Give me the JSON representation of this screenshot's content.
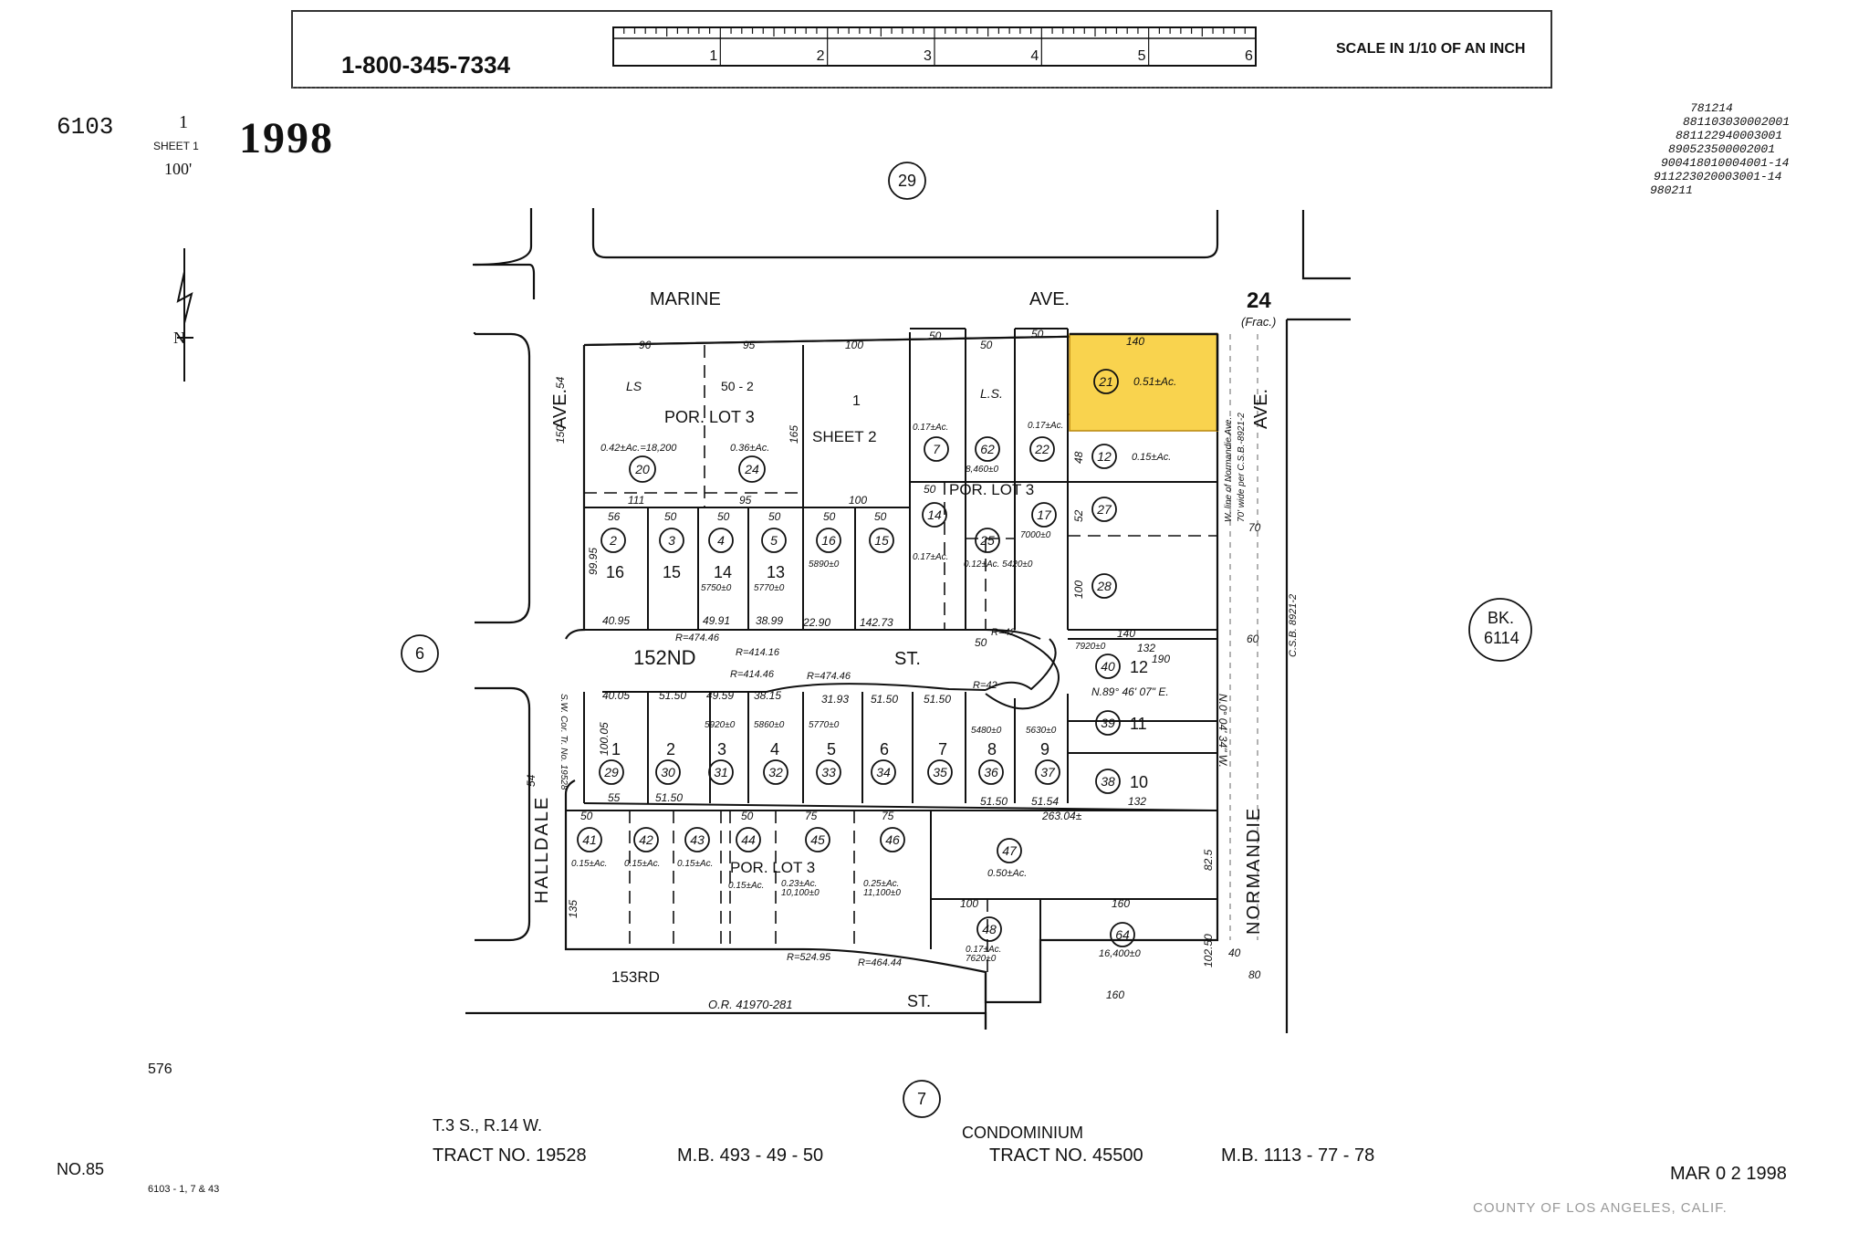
{
  "header": {
    "phone": "1-800-345-7334",
    "scale_caption": "SCALE IN 1/10 OF AN INCH",
    "scale_ticks": [
      "1",
      "2",
      "3",
      "4",
      "5",
      "6"
    ]
  },
  "book": {
    "number": "6103",
    "sheet_num": "1",
    "sheet_label": "SHEET 1",
    "scale": "100'",
    "year": "1998"
  },
  "revisions": [
    "781214",
    "881103030002001",
    "881122940003001",
    "890523500002001",
    "900418010004001-14",
    "911223020003001-14",
    "980211"
  ],
  "adjacent": {
    "top": "29",
    "left": "6",
    "bottom": "7",
    "bk_label": "BK.",
    "bk_number": "6114"
  },
  "highlight_color": "#f9d34e",
  "streets": {
    "marine": "MARINE",
    "ave": "AVE.",
    "ave_left": "AVE.",
    "ave_right": "AVE.",
    "halldale": "HALLDALE",
    "normandie": "NORMANDIE",
    "st152": "152ND",
    "st152_suffix": "ST.",
    "st153": "153RD",
    "st153_suffix": "ST.",
    "or_ref": "O.R. 41970-281",
    "csb_ref": "C.S.B. 8921-2",
    "frac": "(Frac.)",
    "frac_num": "24",
    "normandie_note1": "W. line of Normandie Ave.",
    "normandie_note2": "70' wide per C.S.B.-8921-2",
    "bearing_152": "N.89° 46' 07\" E.",
    "bearing_normandie": "N.0° 04' 34\" W.",
    "sw_cor_note": "S.W. Cor. Tr. No. 19528"
  },
  "lots": {
    "por_lot3_a": "POR. LOT 3",
    "sheet2": "SHEET 2",
    "sheet2_num": "1",
    "por_lot3_b": "POR. LOT 3",
    "por_lot3_c": "POR. LOT 3",
    "ls_a": "LS",
    "ls_b": "L.S.",
    "fifty_two": "50 - 2",
    "upper_lots": [
      "16",
      "15",
      "14",
      "13"
    ],
    "lower_lots": [
      "1",
      "2",
      "3",
      "4",
      "5",
      "6",
      "7",
      "8",
      "9"
    ],
    "right_lots": [
      "12",
      "11",
      "10"
    ]
  },
  "parcels": {
    "p20": "20",
    "p24": "24",
    "p7": "7",
    "p62": "62",
    "p22": "22",
    "p21": "21",
    "p12": "12",
    "p14": "14",
    "p25": "25",
    "p17": "17",
    "p27": "27",
    "p28": "28",
    "p2": "2",
    "p3": "3",
    "p4": "4",
    "p5": "5",
    "p16": "16",
    "p15": "15",
    "p40": "40",
    "p39": "39",
    "p38": "38",
    "p29": "29",
    "p30": "30",
    "p31": "31",
    "p32": "32",
    "p33": "33",
    "p34": "34",
    "p35": "35",
    "p36": "36",
    "p37": "37",
    "p41": "41",
    "p42": "42",
    "p43": "43",
    "p44": "44",
    "p45": "45",
    "p46": "46",
    "p47": "47",
    "p48": "48",
    "p64": "64"
  },
  "areas": {
    "a20": "0.42±Ac.=18,200",
    "a24": "0.36±Ac.",
    "a7": "0.17±Ac.",
    "a62": "8,460±0",
    "a22": "0.17±Ac.",
    "a21": "0.51±Ac.",
    "a12": "0.15±Ac.",
    "a14": "0.17±Ac.",
    "a25": "0.12±Ac. 5420±0",
    "a17": "7000±0",
    "a4": "5750±0",
    "a5": "5770±0",
    "a16": "5890±0",
    "a40": "7920±0",
    "a31": "5920±0",
    "a32": "5860±0",
    "a33": "5770±0",
    "a36": "5480±0",
    "a37": "5630±0",
    "a41": "0.15±Ac.",
    "a42": "0.15±Ac.",
    "a43": "0.15±Ac.",
    "a44": "0.15±Ac.",
    "a45": "0.23±Ac. 10,100±0",
    "a46": "0.25±Ac. 11,100±0",
    "a47": "0.50±Ac.",
    "a48": "0.17±Ac. 7620±0",
    "a64": "16,400±0"
  },
  "dims": {
    "d96": "96",
    "d95": "95",
    "d100": "100",
    "d50a": "50",
    "d50b": "50",
    "d50c": "50",
    "d140": "140",
    "d111": "111",
    "d95b": "95",
    "d100b": "100",
    "d56": "56",
    "d50d": "50",
    "d50e": "50",
    "d50f": "50",
    "d50g": "50",
    "d50h": "50",
    "d50i": "50",
    "d40_95": "40.95",
    "d49_91": "49.91",
    "d38_99": "38.99",
    "d22_90": "22.90",
    "d142_73": "142.73",
    "d50j": "50",
    "d140b": "140",
    "d132": "132",
    "d190": "190",
    "r47446": "R=474.46",
    "r41416": "R=414.16",
    "r41446": "R=414.46",
    "r47446b": "R=474.46",
    "r42": "R=42",
    "r42b": "R=42",
    "d40_05": "40.05",
    "d51_50a": "51.50",
    "d49_59": "49.59",
    "d38_15": "38.15",
    "d31_93": "31.93",
    "d51_50b": "51.50",
    "d51_50c": "51.50",
    "d55": "55",
    "d51_50d": "51.50",
    "d51_50e": "51.50",
    "d51_54": "51.54",
    "d132b": "132",
    "d263": "263.04±",
    "d50k": "50",
    "d50l": "50",
    "d75a": "75",
    "d75b": "75",
    "d100c": "100",
    "d160": "160",
    "d160b": "160",
    "r52495": "R=524.95",
    "r46444": "R=464.44",
    "d150": "150",
    "d165": "165",
    "d99_95": "99.95",
    "d100_05": "100.05",
    "d135": "135",
    "d54": "54",
    "d54b": "54",
    "d48": "48",
    "d52": "52",
    "d100d": "100",
    "d82_5": "82.5",
    "d102_50": "102.50",
    "d70": "70",
    "d40": "40",
    "d80": "80",
    "d60": "60"
  },
  "footer": {
    "page_ref": "576",
    "township": "T.3 S., R.14 W.",
    "tract1_label": "TRACT NO. 19528",
    "tract1_mb": "M.B. 493 - 49 - 50",
    "condo": "CONDOMINIUM",
    "tract2_label": "TRACT NO. 45500",
    "tract2_mb": "M.B. 1113 - 77 - 78",
    "no": "NO.85",
    "ref_pages": "6103 - 1, 7 & 43",
    "date": "MAR 0 2 1998",
    "county": "COUNTY OF LOS ANGELES, CALIF."
  }
}
